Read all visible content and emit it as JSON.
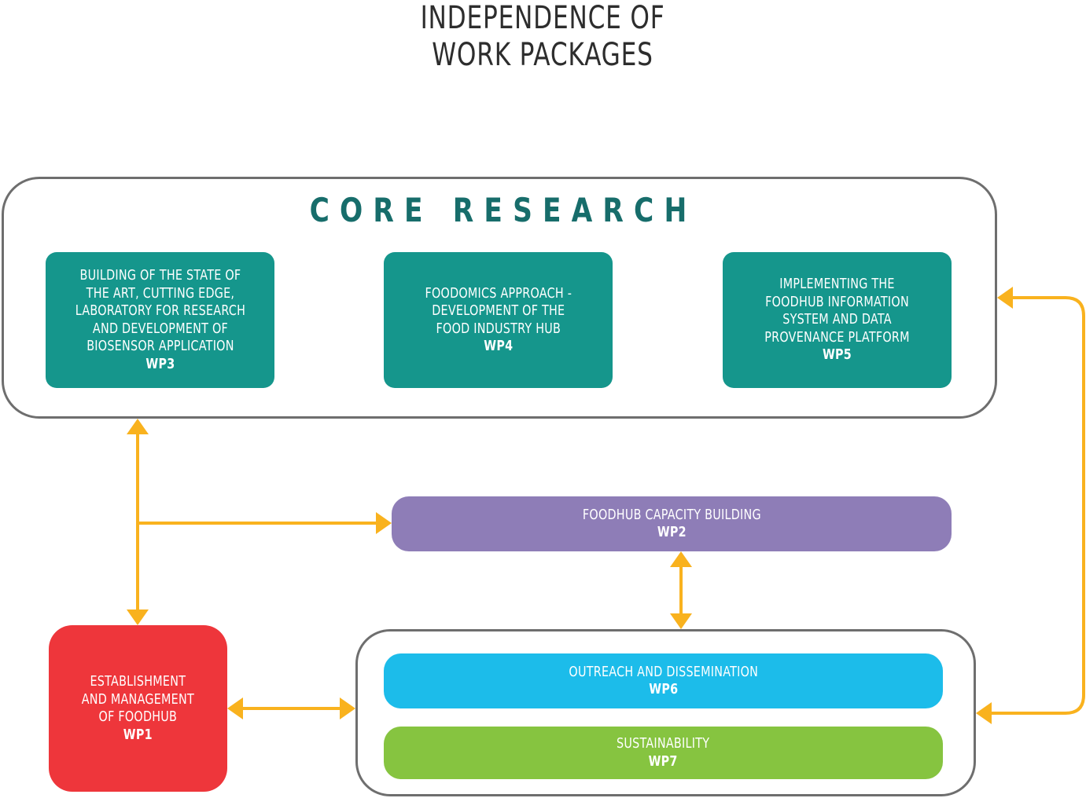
{
  "title": {
    "line1": "INDEPENDENCE OF",
    "line2": "WORK PACKAGES"
  },
  "core_research": {
    "label": "CORE RESEARCH",
    "packages": [
      {
        "text": "BUILDING OF THE STATE OF\nTHE ART, CUTTING EDGE,\nLABORATORY FOR RESEARCH\nAND DEVELOPMENT OF\nBIOSENSOR APPLICATION",
        "wp": "WP3"
      },
      {
        "text": "FOODOMICS APPROACH -\nDEVELOPMENT OF THE\nFOOD INDUSTRY HUB",
        "wp": "WP4"
      },
      {
        "text": "IMPLEMENTING THE\nFOODHUB INFORMATION\nSYSTEM AND DATA\nPROVENANCE PLATFORM",
        "wp": "WP5"
      }
    ]
  },
  "capacity_building": {
    "text": "FOODHUB CAPACITY BUILDING",
    "wp": "WP2"
  },
  "establishment": {
    "text": "ESTABLISHMENT\nAND MANAGEMENT\nOF FOODHUB",
    "wp": "WP1"
  },
  "outreach": {
    "text": "OUTREACH AND DISSEMINATION",
    "wp": "WP6"
  },
  "sustainability": {
    "text": "SUSTAINABILITY",
    "wp": "WP7"
  },
  "colors": {
    "arrow": "#f9b21e",
    "teal": "#15968c",
    "purple": "#8e7db7",
    "cyan": "#1cbcea",
    "green": "#86c440",
    "red": "#ee363b",
    "core_title": "#176d6b"
  }
}
